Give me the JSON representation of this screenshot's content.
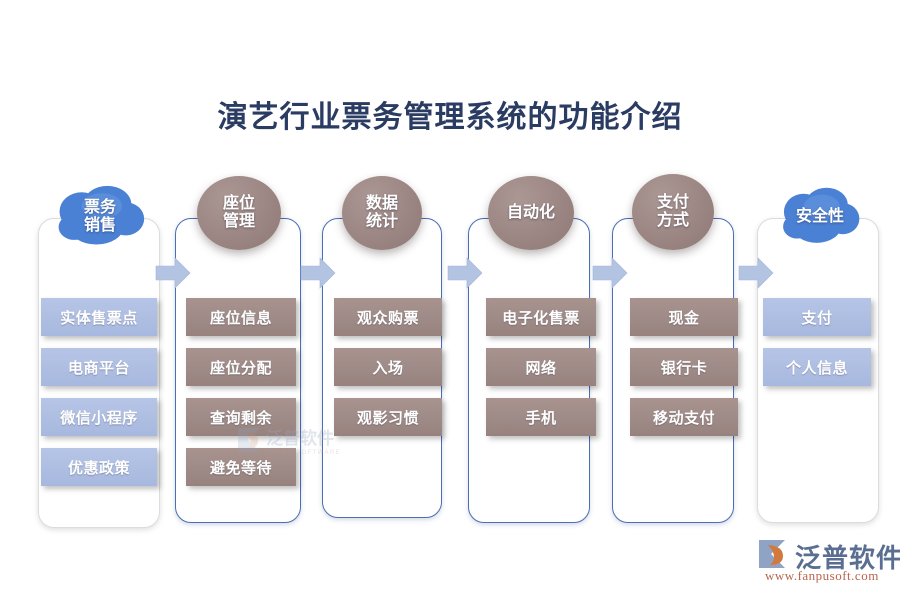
{
  "page": {
    "title": "演艺行业票务管理系统的功能介绍",
    "title_color": "#2b3c63",
    "background": "#ffffff"
  },
  "theme": {
    "blue_header": "#4a86d8",
    "brown_header": "#9b8683",
    "blue_item": "#aebee2",
    "brown_item": "#9e8a86",
    "arrow": "#b3c3e2",
    "blue_border": "#4a6fb5",
    "gray_border": "#dcdcdc"
  },
  "columns": [
    {
      "header": "票务销售",
      "header_lines": [
        "票务",
        "销售"
      ],
      "header_shape": "cloud",
      "header_color": "blue",
      "border": "gray",
      "item_color": "blue",
      "items": [
        "实体售票点",
        "电商平台",
        "微信小程序",
        "优惠政策"
      ]
    },
    {
      "header": "座位管理",
      "header_lines": [
        "座位",
        "管理"
      ],
      "header_shape": "ellipse",
      "header_color": "brown",
      "border": "blue",
      "item_color": "brown",
      "items": [
        "座位信息",
        "座位分配",
        "查询剩余",
        "避免等待"
      ]
    },
    {
      "header": "数据统计",
      "header_lines": [
        "数据",
        "统计"
      ],
      "header_shape": "ellipse",
      "header_color": "brown",
      "border": "blue",
      "item_color": "brown",
      "items": [
        "观众购票",
        "入场",
        "观影习惯"
      ]
    },
    {
      "header": "自动化",
      "header_lines": [
        "自动化"
      ],
      "header_shape": "ellipse",
      "header_color": "brown",
      "border": "blue",
      "item_color": "brown",
      "items": [
        "电子化售票",
        "网络",
        "手机"
      ]
    },
    {
      "header": "支付方式",
      "header_lines": [
        "支付",
        "方式"
      ],
      "header_shape": "ellipse",
      "header_color": "brown",
      "border": "blue",
      "item_color": "brown",
      "items": [
        "现金",
        "银行卡",
        "移动支付"
      ]
    },
    {
      "header": "安全性",
      "header_lines": [
        "安全性"
      ],
      "header_shape": "cloud",
      "header_color": "blue",
      "border": "gray",
      "item_color": "blue",
      "items": [
        "支付",
        "个人信息"
      ]
    }
  ],
  "arrows_count": 5,
  "watermark": {
    "text": "泛普软件",
    "subtext": "FANPU SOFTWARE"
  },
  "logo": {
    "name": "泛普软件",
    "url": "www.fanpusoft.com"
  }
}
